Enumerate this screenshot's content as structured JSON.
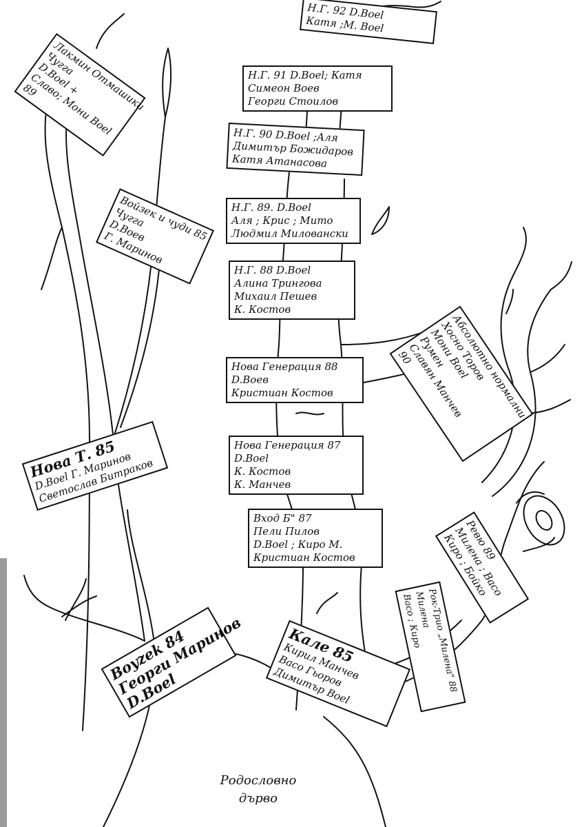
{
  "boxes": [
    {
      "id": "ng92",
      "lines": [
        "Н.Г. 92 D.Boel",
        "Катя ;М. Boel"
      ]
    },
    {
      "id": "ng91",
      "lines": [
        "Н.Г. 91 D.Boel; Катя",
        "Симеон Воев",
        "Георги Стоилов"
      ]
    },
    {
      "id": "ng90",
      "lines": [
        "Н.Г. 90 D.Boel ;Аля",
        "Димитър Божидаров",
        "Катя Атанасова"
      ]
    },
    {
      "id": "ng89",
      "lines": [
        "Н.Г. 89. D.Boel",
        "Аля ; Крис ; Мито",
        "Людмил Миловански"
      ]
    },
    {
      "id": "ng88",
      "lines": [
        "Н.Г. 88 D.Boel",
        "Алина Трингова",
        "Михаил Пешев",
        "К. Костов"
      ]
    },
    {
      "id": "nova-gen-88",
      "lines": [
        "Нова Генерация 88",
        "D.Воев",
        "Кристиан Костов"
      ]
    },
    {
      "id": "nova-gen-87",
      "lines": [
        "Нова Генерация 87",
        "D.Boel",
        "К. Костов",
        "К. Манчев"
      ]
    },
    {
      "id": "vhod-b-87",
      "lines": [
        "Вход Б\" 87",
        "Пели Пилов",
        "D.Boel ; Киро М.",
        "Кристиан Костов"
      ]
    },
    {
      "id": "kale-85",
      "lines": [
        "Кале 85",
        "Кирил Манчев",
        "Васо Гьоров",
        "Димитър Boel"
      ]
    },
    {
      "id": "vuzek-84",
      "lines": [
        "Вoyzek 84",
        "Георги Маринов",
        "D.Boel"
      ]
    },
    {
      "id": "nova-t-85",
      "lines": [
        "Нова Т. 85",
        "D.Boel Г. Маринов",
        "Светослав Битраков"
      ]
    },
    {
      "id": "vuzek-chugi-85",
      "lines": [
        "Войзек и чуди 85",
        "Чугга",
        "D.Воев",
        "Г. Маринов"
      ]
    },
    {
      "id": "lakmi-89",
      "lines": [
        "Лакмин Отмашики",
        "Чуггa",
        "D.Boel +",
        "Славо; Мони Boel",
        "89"
      ]
    },
    {
      "id": "absolutno-90",
      "lines": [
        "Абсолютно нормални",
        "Хосно Торов",
        "Мони Boel",
        "Румен",
        "Славян Манчев",
        "90"
      ]
    },
    {
      "id": "revu-89",
      "lines": [
        "Ревю 89",
        "Милена ; Васо",
        "Киро ; Бойко"
      ]
    },
    {
      "id": "rok-trio-88",
      "lines": [
        "Рок-Трио „Милена\" 88",
        "Милена",
        "Васо ; Киро"
      ]
    }
  ],
  "caption": {
    "line1": "Родословно",
    "line2": "дърво"
  },
  "colors": {
    "ink": "#111111",
    "paper": "#ffffff"
  }
}
